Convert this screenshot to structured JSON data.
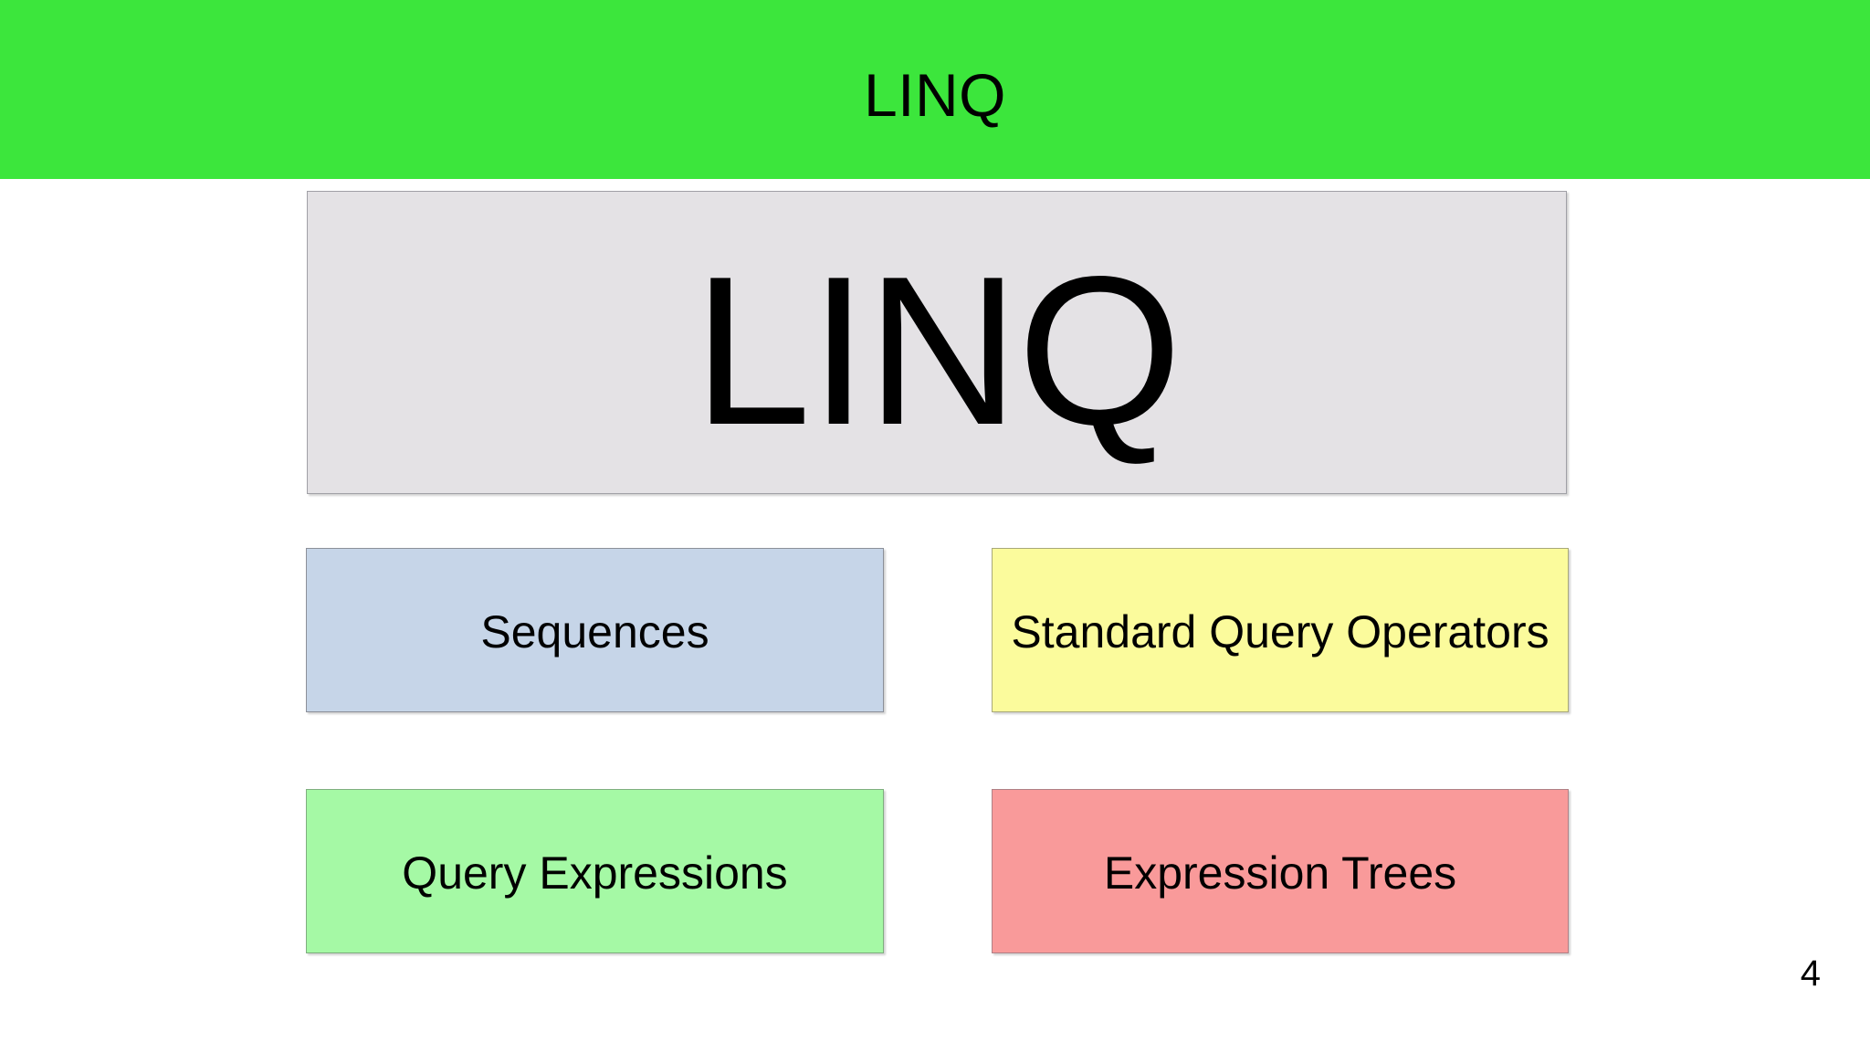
{
  "slide": {
    "page_number": "4",
    "background_color": "#ffffff"
  },
  "header": {
    "title": "LINQ",
    "background_color": "#3ce63c",
    "text_color": "#000000"
  },
  "hero": {
    "label": "LINQ",
    "background_color": "#e4e2e5",
    "border_color": "#a0a0a6"
  },
  "concepts": [
    {
      "label": "Sequences",
      "background_color": "#c6d5e8",
      "border_color": "#8c9099"
    },
    {
      "label": "Standard Query Operators",
      "background_color": "#fbfb9c",
      "border_color": "#a8a87a"
    },
    {
      "label": "Query Expressions",
      "background_color": "#a5f9a5",
      "border_color": "#7fae7f"
    },
    {
      "label": "Expression Trees",
      "background_color": "#f99a9a",
      "border_color": "#b08086"
    }
  ]
}
